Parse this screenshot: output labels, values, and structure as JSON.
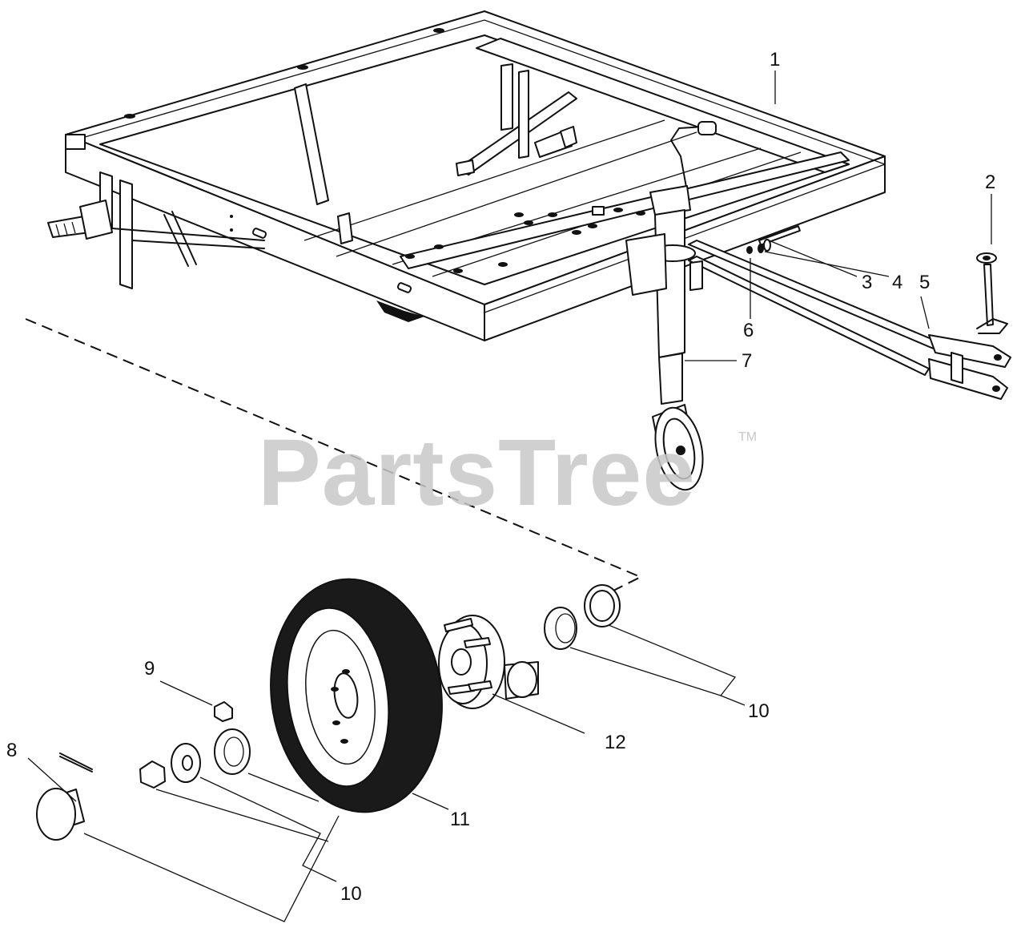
{
  "watermark": {
    "text": "PartsTree",
    "trademark": "TM"
  },
  "callouts": [
    "1",
    "2",
    "3",
    "4",
    "5",
    "6",
    "7",
    "8",
    "9",
    "10",
    "10",
    "11",
    "12"
  ],
  "colors": {
    "line": "#111111",
    "watermark": "#c8c8c8",
    "background": "#ffffff"
  }
}
